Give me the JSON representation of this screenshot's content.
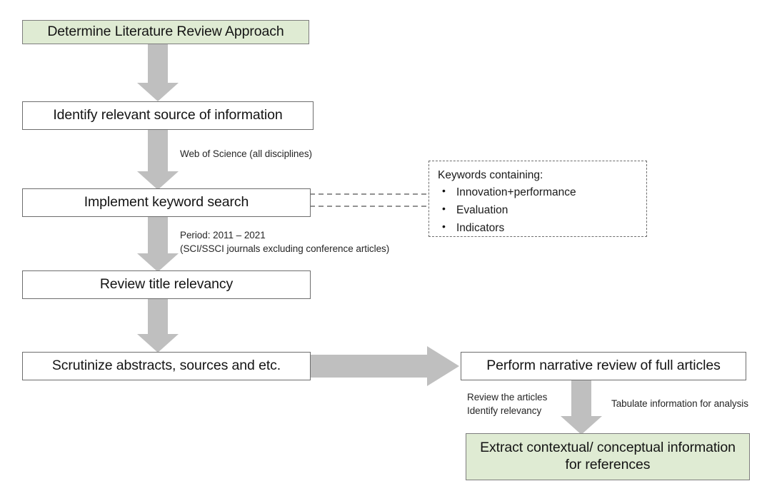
{
  "diagram": {
    "title": "Literature Review Methodology Flowchart",
    "colors": {
      "accent_green": "#dfebd3",
      "arrow_gray": "#bfbfbf",
      "box_border": "#6d6d6d",
      "background": "#ffffff"
    },
    "nodes": {
      "determine_approach": "Determine Literature Review Approach",
      "identify_source": "Identify relevant source of information",
      "implement_search": "Implement keyword search",
      "review_title": "Review title relevancy",
      "scrutinize_abstracts": "Scrutinize abstracts, sources and etc.",
      "perform_narrative": "Perform narrative review of full articles",
      "extract_contextual": "Extract contextual/ conceptual information for references"
    },
    "annotations": {
      "web_of_science": "Web of Science (all disciplines)",
      "period": "Period: 2011 – 2021\n(SCI/SSCI journals excluding conference articles)",
      "review_identify": "Review the articles\nIdentify relevancy",
      "tabulate": "Tabulate information for analysis"
    },
    "keywords_box": {
      "title": "Keywords containing:",
      "items": [
        "Innovation+performance",
        "Evaluation",
        "Indicators"
      ]
    }
  }
}
